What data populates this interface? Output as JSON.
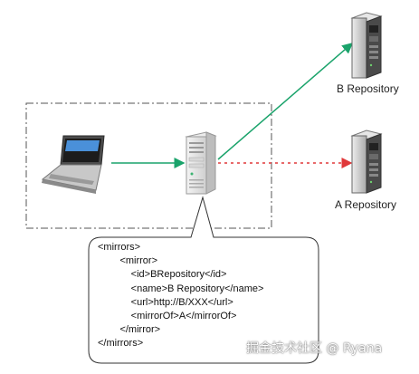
{
  "servers": {
    "b_repository": {
      "label": "B Repository"
    },
    "a_repository": {
      "label": "A Repository"
    }
  },
  "config_snippet": {
    "lines": [
      "<mirrors>",
      "        <mirror>",
      "            <id>BRepository</id>",
      "            <name>B Repository</name>",
      "            <url>http://B/XXX</url>",
      "            <mirrorOf>A</mirrorOf>",
      "        </mirror>",
      "</mirrors>"
    ]
  },
  "watermark": "掘金技术社区 @ Ryana",
  "colors": {
    "active_link": "#1aa36b",
    "inactive_link": "#e0383a",
    "boundary": "#555555"
  },
  "icons": {
    "client": "laptop-icon",
    "proxy": "server-tower-icon",
    "repositories": "server-rack-icon"
  }
}
